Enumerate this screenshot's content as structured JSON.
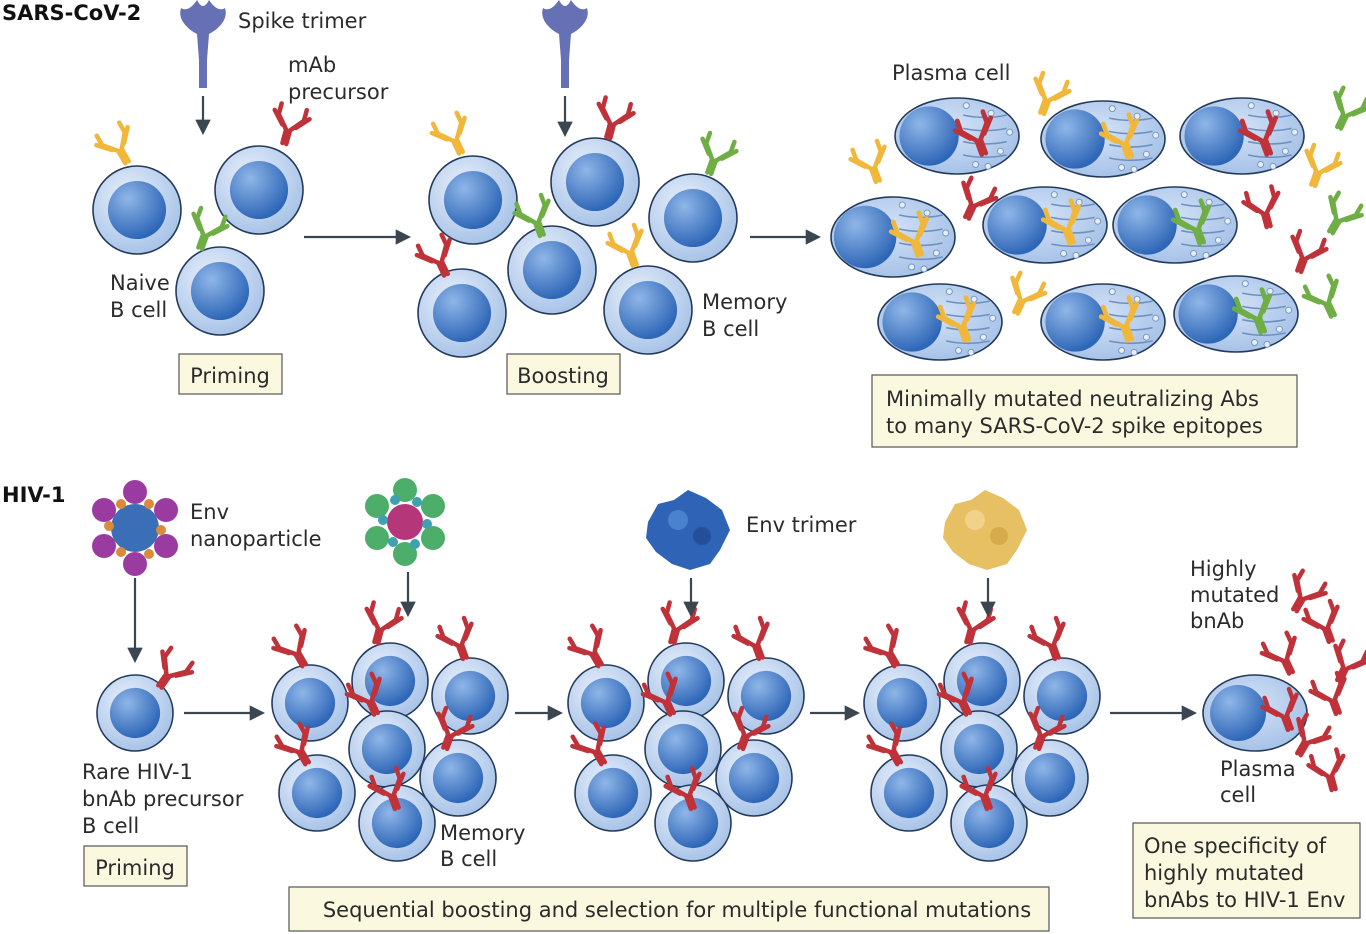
{
  "sars": {
    "title": "SARS-CoV-2",
    "spike_label": "Spike trimer",
    "mab_label": [
      "mAb",
      "precursor"
    ],
    "naive_label": [
      "Naive",
      "B cell"
    ],
    "priming": "Priming",
    "boosting": "Boosting",
    "memory_label": [
      "Memory",
      "B cell"
    ],
    "plasma_label": "Plasma cell",
    "result": [
      "Minimally mutated neutralizing Abs",
      "to many SARS-CoV-2 spike epitopes"
    ]
  },
  "hiv": {
    "title": "HIV-1",
    "env_np_label": [
      "Env",
      "nanoparticle"
    ],
    "env_trimer_label": "Env trimer",
    "precursor_label": [
      "Rare HIV-1",
      "bnAb precursor",
      "B cell"
    ],
    "priming": "Priming",
    "memory_label": [
      "Memory",
      "B cell"
    ],
    "highly_label": [
      "Highly",
      "mutated",
      "bnAb"
    ],
    "plasma_label": [
      "Plasma",
      "cell"
    ],
    "sequential": "Sequential boosting and selection for multiple functional mutations",
    "result": [
      "One specificity of",
      "highly mutated",
      "bnAbs to HIV-1 Env"
    ]
  },
  "colors": {
    "cell_outer": "#c9daf0",
    "cell_nucleus": "#4a80c8",
    "ab_yellow": "#f0b73a",
    "ab_red": "#c0323a",
    "ab_green": "#6fae45",
    "spike": "#6670b4",
    "env_np": "#9b3aa0",
    "env_np2": "#4cae6a",
    "env_trimer": "#2f63b5",
    "env_trimer2": "#e6c062",
    "box_fill": "#fbf8e0",
    "arrow": "#3a4650"
  }
}
